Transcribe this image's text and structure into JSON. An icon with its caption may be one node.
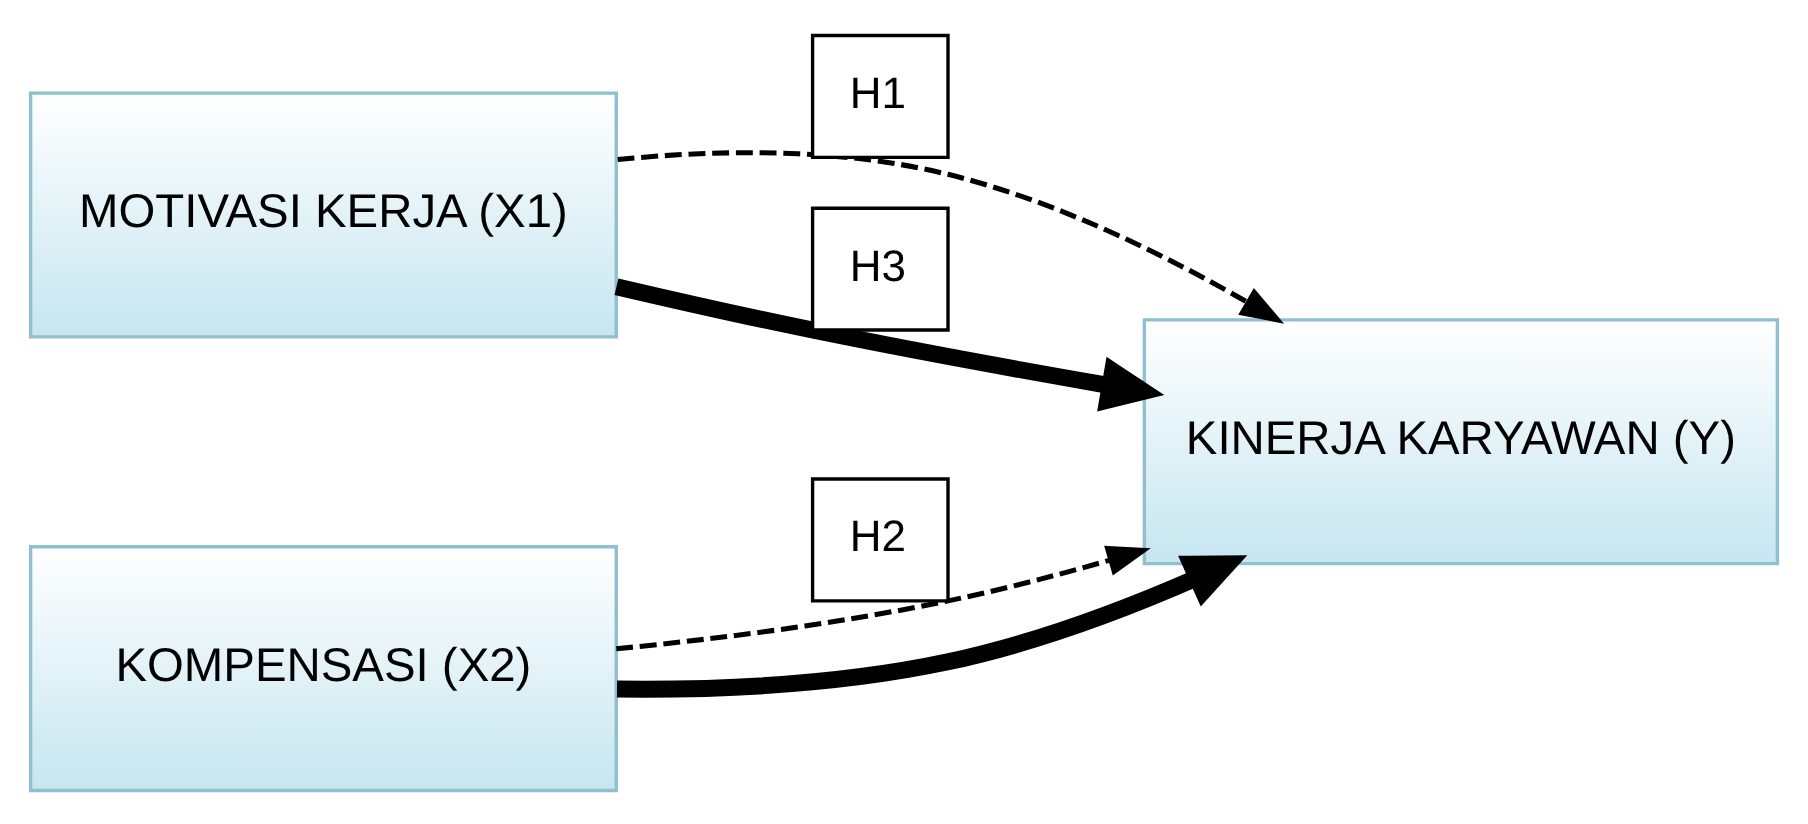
{
  "diagram": {
    "nodes": [
      {
        "text": [
          "MOTIVASI KERJA (X1)"
        ]
      },
      {
        "text": [
          "KOMPENSASI (X2)"
        ]
      },
      {
        "text": [
          "KINERJA KARYAWAN (Y)"
        ]
      }
    ],
    "edges": [
      {
        "from": 0,
        "to": 2,
        "arrow": "to",
        "style": "dashed",
        "label": "H1"
      },
      {
        "from": 1,
        "to": 2,
        "arrow": "to",
        "style": "dashed",
        "label": "H2"
      },
      {
        "from": 0,
        "to": 2,
        "arrow": "to",
        "style": "thick",
        "label": "H3"
      },
      {
        "from": 1,
        "to": 2,
        "arrow": "to",
        "style": "thick"
      }
    ]
  }
}
